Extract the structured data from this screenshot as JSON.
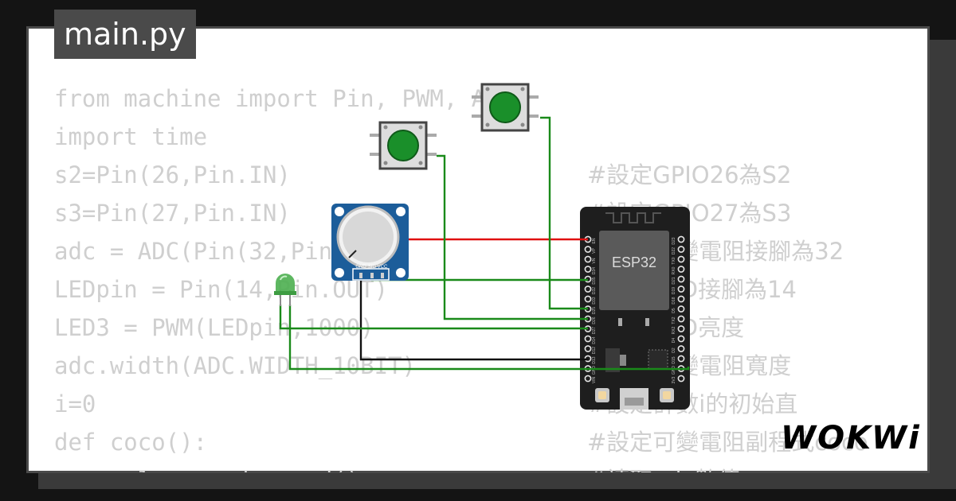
{
  "file_tab": "main.py",
  "logo": "WOKWi",
  "code_lines": [
    "from machine import Pin, PWM, ADC",
    "import time",
    "s2=Pin(26,Pin.IN)",
    "s3=Pin(27,Pin.IN)",
    "adc = ADC(Pin(32,Pin.IN))",
    "LEDpin = Pin(14,Pin.OUT)",
    "LED3 = PWM(LEDpin,1000)",
    "adc.width(ADC.WIDTH_10BIT)",
    "i=0",
    "def coco():",
    "    value = adc.read()"
  ],
  "comments": [
    "#設定GPIO26為S2",
    "#設定GPIO27為S3",
    "#設定可變電阻接腳為32",
    "#設定LED接腳為14",
    "#設定LED亮度",
    "#設定可變電阻寬度",
    "#設定計數i的初始直",
    "#設定可變電阻副程式coco",
    "#讀取adc數值"
  ],
  "board": {
    "label": "ESP32",
    "left_pins": [
      "EN",
      "VP",
      "VN",
      "D34",
      "D35",
      "D32",
      "D33",
      "D25",
      "D26",
      "D27",
      "D14",
      "D12",
      "D13",
      "GND",
      "VIN"
    ],
    "right_pins": [
      "D23",
      "D22",
      "TX0",
      "RX0",
      "D21",
      "D19",
      "D18",
      "D5",
      "TX2",
      "RX2",
      "D4",
      "D2",
      "D15",
      "GND",
      "3V3"
    ]
  },
  "potentiometer": {
    "pins": [
      "GND",
      "SIG",
      "VCC"
    ]
  },
  "colors": {
    "wire_green": "#1a8a1a",
    "wire_red": "#e01010",
    "wire_black": "#111111",
    "pot_blue": "#1c5d9a",
    "button_green": "#1a8f2a",
    "board_black": "#1e1e1e"
  }
}
